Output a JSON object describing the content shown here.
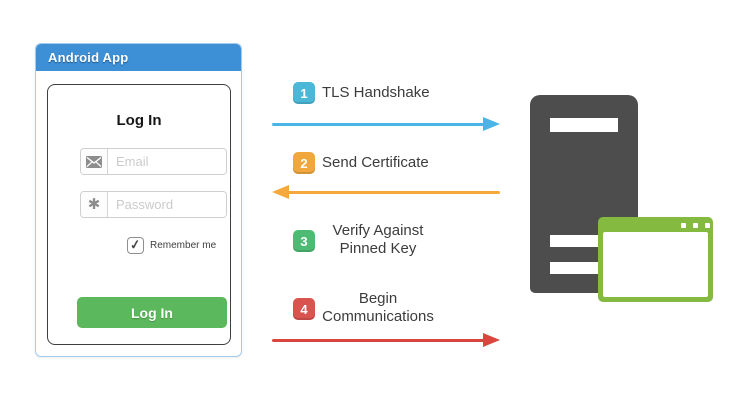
{
  "app_panel": {
    "title": "Android App",
    "form": {
      "heading": "Log In",
      "email_placeholder": "Email",
      "password_placeholder": "Password",
      "remember_label": "Remember me",
      "checkmark": "✓",
      "submit_label": "Log In",
      "password_icon_glyph": "✱"
    }
  },
  "steps": [
    {
      "num": "1",
      "line1": "TLS Handshake",
      "line2": "",
      "badge_color": "#4bb8d8"
    },
    {
      "num": "2",
      "line1": "Send Certificate",
      "line2": "",
      "badge_color": "#f0a73e"
    },
    {
      "num": "3",
      "line1": "Verify Against",
      "line2": "Pinned Key",
      "badge_color": "#4dbb73"
    },
    {
      "num": "4",
      "line1": "Begin",
      "line2": "Communications",
      "badge_color": "#d9534f"
    }
  ],
  "arrows": [
    {
      "step": "1",
      "direction": "right",
      "color": "#48b5e6"
    },
    {
      "step": "2",
      "direction": "left",
      "color": "#f5a93c"
    },
    {
      "step": "4",
      "direction": "right",
      "color": "#da453d"
    }
  ],
  "server": {
    "body_color": "#4d4d4d",
    "browser_color": "#84ba40"
  },
  "colors": {
    "header_blue": "#3d8fd6",
    "panel_border": "#a3cbed",
    "button_green": "#5cb85c"
  }
}
